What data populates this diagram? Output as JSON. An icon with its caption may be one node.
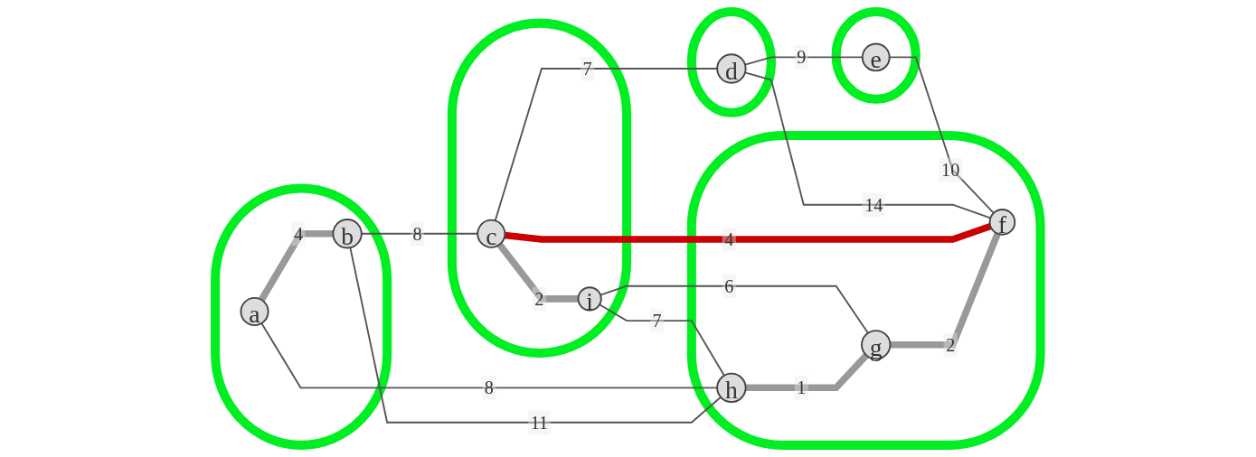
{
  "diagram": {
    "nodes": [
      {
        "text": [],
        "shape": "ellipse"
      },
      {
        "text": [
          "b"
        ],
        "in": 0
      },
      {
        "text": [
          "a"
        ],
        "in": 0
      },
      {
        "text": [],
        "shape": "ellipse"
      },
      {
        "text": [
          "c"
        ],
        "in": 3
      },
      {
        "text": [
          "i"
        ],
        "in": 3
      },
      {
        "text": [],
        "shape": "ellipse"
      },
      {
        "text": [
          "d"
        ],
        "in": 6
      },
      {
        "text": [],
        "shape": "ellipse"
      },
      {
        "text": [
          "e"
        ],
        "in": 8
      },
      {
        "text": [],
        "shape": "ellipse"
      },
      {
        "text": [
          "h"
        ],
        "in": 10
      },
      {
        "text": [
          "g"
        ],
        "in": 10
      },
      {
        "text": [
          "f"
        ],
        "in": 10
      }
    ],
    "edges": [
      {
        "from": 2,
        "to": 1,
        "arrow": "none",
        "label": "4",
        "style": "thick",
        "color": "#999999"
      },
      {
        "from": 1,
        "to": 4,
        "arrow": "none",
        "label": "8"
      },
      {
        "from": 4,
        "to": 7,
        "arrow": "none",
        "label": "7"
      },
      {
        "from": 7,
        "to": 9,
        "arrow": "none",
        "label": "9"
      },
      {
        "from": 9,
        "to": 13,
        "arrow": "none",
        "label": "10"
      },
      {
        "from": 7,
        "to": 13,
        "arrow": "none",
        "label": "14"
      },
      {
        "from": 4,
        "to": 13,
        "arrow": "none",
        "label": "4",
        "style": "thick",
        "color": "#cc0000"
      },
      {
        "from": 4,
        "to": 5,
        "arrow": "none",
        "label": "2",
        "style": "thick",
        "color": "#999999"
      },
      {
        "from": 5,
        "to": 11,
        "arrow": "none",
        "label": "7"
      },
      {
        "from": 5,
        "to": 12,
        "arrow": "none",
        "label": "6"
      },
      {
        "from": 11,
        "to": 12,
        "arrow": "none",
        "label": "1",
        "style": "thick",
        "color": "#999999"
      },
      {
        "from": 12,
        "to": 13,
        "arrow": "none",
        "label": "2",
        "style": "thick",
        "color": "#999999"
      },
      {
        "from": 2,
        "to": 11,
        "arrow": "none",
        "label": "8"
      },
      {
        "from": 1,
        "to": 11,
        "arrow": "none",
        "label": "11"
      }
    ]
  }
}
